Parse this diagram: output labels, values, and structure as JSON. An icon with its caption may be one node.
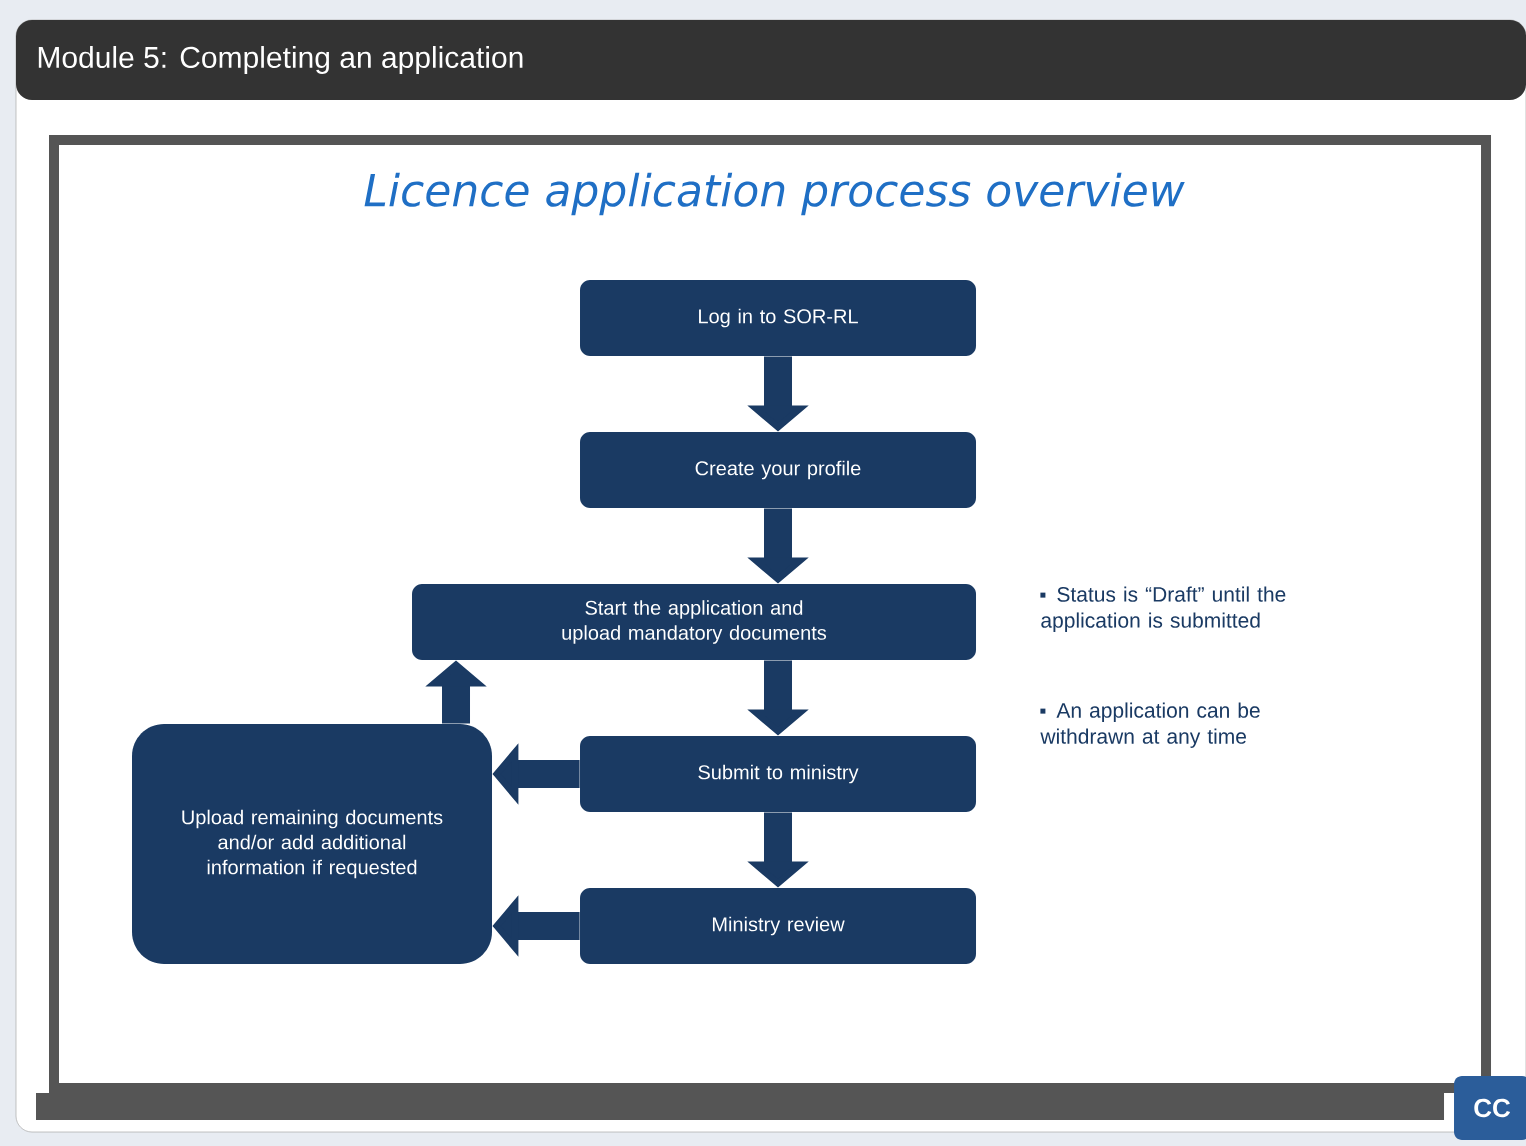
{
  "diagram": {
    "title": "Licence application process overview",
    "nodes": [
      {
        "text": [
          "Log in to SOR-RL"
        ]
      },
      {
        "text": [
          "Create your profile"
        ]
      },
      {
        "text": [
          "Start the application and upload mandatory documents"
        ]
      },
      {
        "text": [
          "Submit to ministry"
        ]
      },
      {
        "text": [
          "Ministry review"
        ]
      },
      {
        "text": [
          "Upload remaining documents and/or add additional information if requested"
        ]
      }
    ],
    "edges": [
      {
        "from": 0,
        "to": 1,
        "arrow": "to"
      },
      {
        "from": 1,
        "to": 2,
        "arrow": "to"
      },
      {
        "from": 2,
        "to": 3,
        "arrow": "to"
      },
      {
        "from": 3,
        "to": 4,
        "arrow": "to"
      },
      {
        "from": 3,
        "to": 5,
        "arrow": "to"
      },
      {
        "from": 4,
        "to": 5,
        "arrow": "to"
      },
      {
        "from": 5,
        "to": 2,
        "arrow": "to"
      }
    ],
    "labels": [
      "Module 5:  Completing an application",
      "Status is “Draft” until the application is submitted",
      "An application can be withdrawn at any time",
      "CC"
    ]
  }
}
